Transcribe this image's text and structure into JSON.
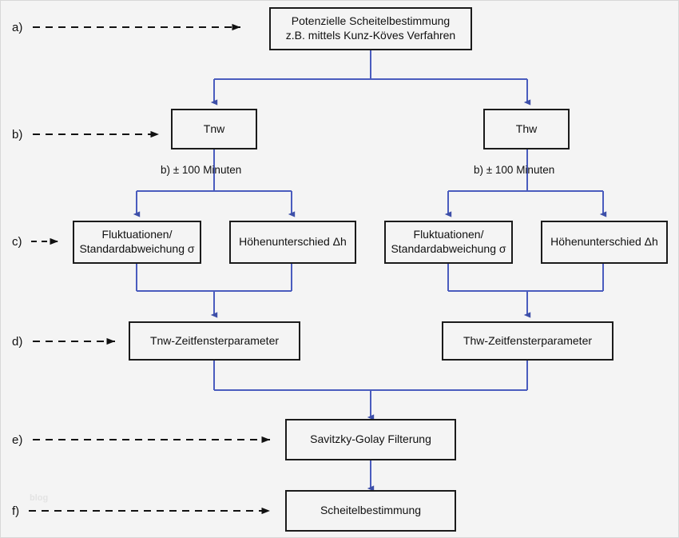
{
  "diagram": {
    "title_nodes": {
      "a_top": "Potenzielle Scheitelbestimmung\nz.B. mittels Kunz-Köves Verfahren",
      "a_top_line1": "Potenzielle Scheitelbestimmung",
      "a_top_line2": "z.B. mittels Kunz-Köves Verfahren",
      "tnw": "Tnw",
      "thw": "Thw",
      "fluct_left_line1": "Fluktuationen/",
      "fluct_left_line2": "Standardabweichung σ",
      "height_left": "Höhenunterschied Δh",
      "fluct_right_line1": "Fluktuationen/",
      "fluct_right_line2": "Standardabweichung σ",
      "height_right": "Höhenunterschied Δh",
      "tnw_params": "Tnw-Zeitfensterparameter",
      "thw_params": "Thw-Zeitfensterparameter",
      "savitzky": "Savitzky-Golay Filterung",
      "scheitel": "Scheitelbestimmung"
    },
    "step_labels": {
      "a": "a)",
      "b": "b)",
      "c": "c)",
      "d": "d)",
      "e": "e)",
      "f": "f)"
    },
    "edge_labels": {
      "left_minutes": "b) ± 100 Minuten",
      "right_minutes": "b) ± 100 Minuten"
    },
    "watermark": "blog",
    "colors": {
      "connector": "#4a5cbe",
      "node_border": "#1b1b1b",
      "node_fill": "#f4f4f4",
      "background": "#f4f4f4",
      "text": "#111111"
    }
  }
}
